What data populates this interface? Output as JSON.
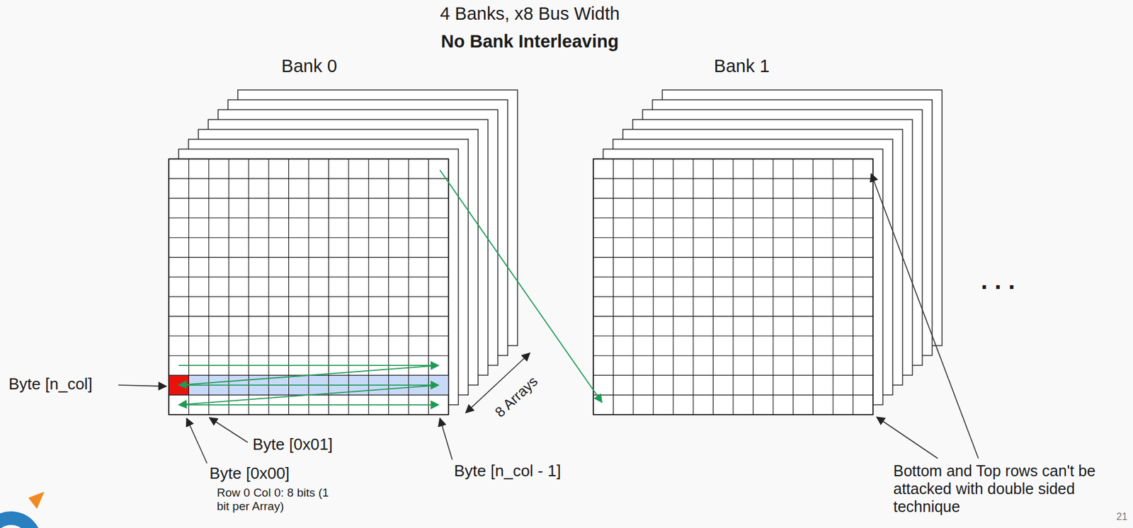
{
  "diagram": {
    "title": "4 Banks, x8 Bus Width",
    "nodes": [
      {
        "text": [
          "Bank 0"
        ]
      },
      {
        "text": [
          "Bank 1"
        ]
      }
    ],
    "edges": [
      {
        "from": 0,
        "to": 1,
        "arrow": "to"
      }
    ],
    "labels": [
      "No Bank Interleaving",
      "8 Arrays",
      "Byte [n_col]",
      "Byte [0x01]",
      "Byte [0x00]",
      "Row 0 Col 0: 8 bits (1 bit per Array)",
      "Byte [n_col - 1]",
      "Bottom and Top rows can't be attacked with double sided technique",
      ". . .",
      "21"
    ]
  }
}
